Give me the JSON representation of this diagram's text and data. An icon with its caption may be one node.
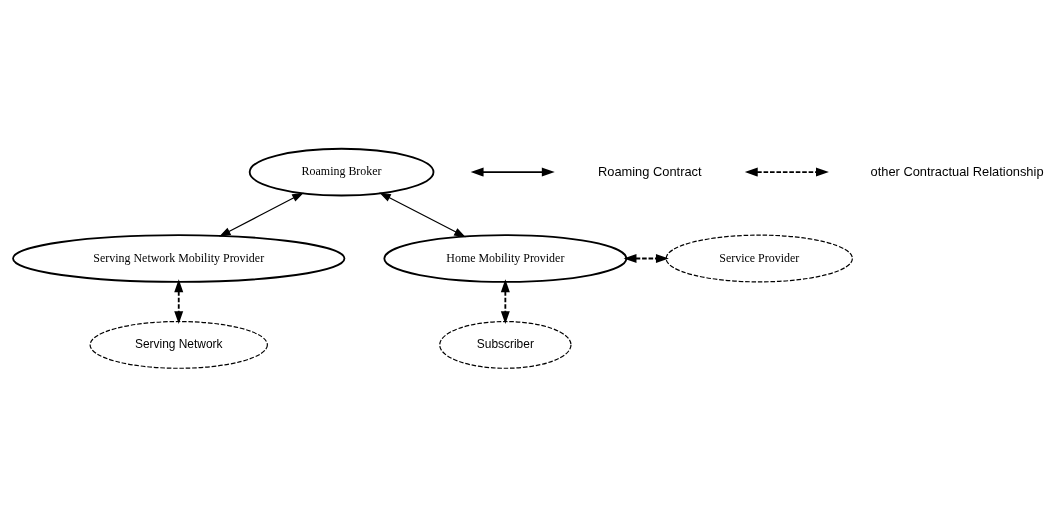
{
  "diagram": {
    "nodes": [
      {
        "text": [
          "Roaming Broker"
        ]
      },
      {
        "text": [
          "Serving Network Mobility Provider"
        ]
      },
      {
        "text": [
          "Home Mobility Provider"
        ]
      },
      {
        "text": [
          "Service Provider"
        ]
      },
      {
        "text": [
          "Serving Network"
        ]
      },
      {
        "text": [
          "Subscriber"
        ]
      }
    ],
    "edges": [
      {
        "from": 0,
        "to": 1,
        "arrow": "both"
      },
      {
        "from": 0,
        "to": 2,
        "arrow": "both"
      },
      {
        "from": 2,
        "to": 3,
        "arrow": "both",
        "style": "dashed"
      },
      {
        "from": 1,
        "to": 4,
        "arrow": "both",
        "style": "dashed"
      },
      {
        "from": 2,
        "to": 5,
        "arrow": "both",
        "style": "dashed"
      }
    ],
    "legend": [
      {
        "text": "Roaming Contract"
      },
      {
        "text": "other Contractual Relationship"
      }
    ]
  }
}
